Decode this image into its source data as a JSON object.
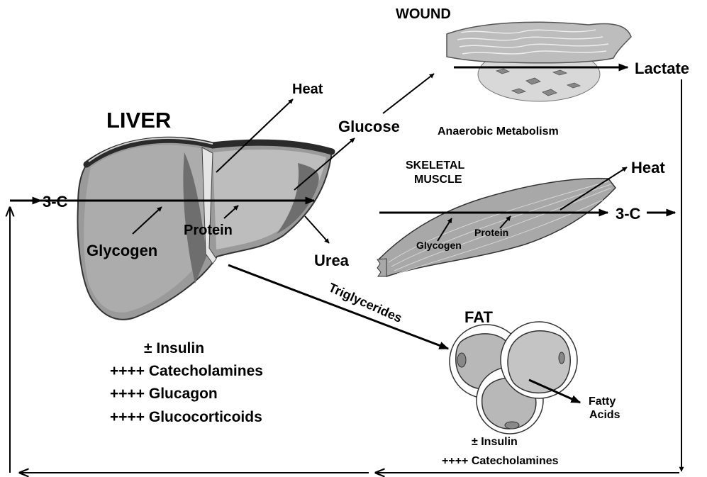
{
  "liver": {
    "title": "LIVER",
    "glycogen": "Glycogen",
    "protein": "Protein",
    "heat": "Heat",
    "glucose": "Glucose",
    "urea": "Urea",
    "three_c": "3-C",
    "hormones": [
      "± Insulin",
      "++++ Catecholamines",
      "++++ Glucagon",
      "++++ Glucocorticoids"
    ]
  },
  "wound": {
    "title": "WOUND",
    "lactate": "Lactate",
    "metabolism": "Anaerobic Metabolism"
  },
  "muscle": {
    "title_line1": "SKELETAL",
    "title_line2": "MUSCLE",
    "heat": "Heat",
    "three_c": "3-C",
    "glycogen": "Glycogen",
    "protein": "Protein"
  },
  "fat": {
    "title": "FAT",
    "triglycerides": "Triglycerides",
    "fatty_line1": "Fatty",
    "fatty_line2": "Acids",
    "hormone1": "± Insulin",
    "hormone2": "++++ Catecholamines"
  }
}
